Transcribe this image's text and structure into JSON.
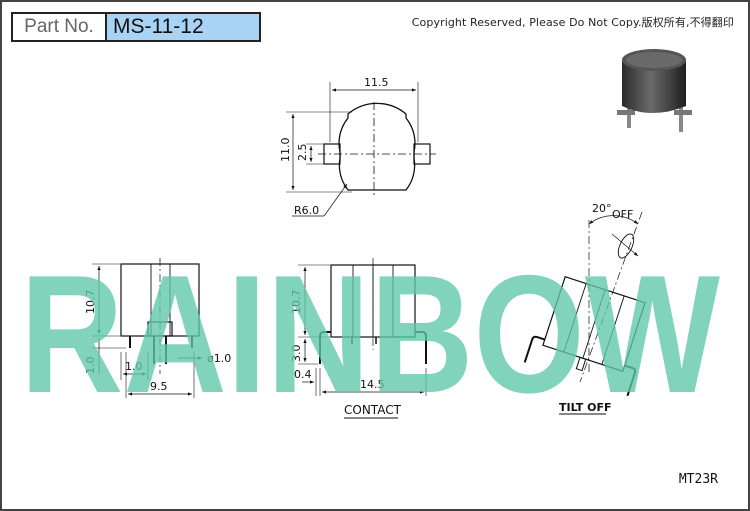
{
  "header": {
    "part_label": "Part No.",
    "part_number": "MS-11-12",
    "copyright": "Copyright Reserved, Please Do Not Copy.版权所有,不得翻印"
  },
  "watermark": "RAINBOW",
  "model_code": "MT23R",
  "dimensions": {
    "top_width": "11.5",
    "top_height": "11.0",
    "top_slot": "2.5",
    "radius": "R6.0",
    "front_height": "10.7",
    "front_bottom": "1.0",
    "front_pin_spacing": "1.0",
    "front_pin_diameter": "ø1.0",
    "front_width": "9.5",
    "side_height": "10.7",
    "side_pin_length": "3.0",
    "side_offset": "0.4",
    "side_width": "14.5",
    "tilt_angle": "20°",
    "tilt_off": "OFF"
  },
  "captions": {
    "contact": "CONTACT",
    "tilt_off": "TILT OFF"
  },
  "colors": {
    "watermark": "#5ec9a8",
    "part_number_bg": "#a9d3f5",
    "line": "#111111"
  }
}
